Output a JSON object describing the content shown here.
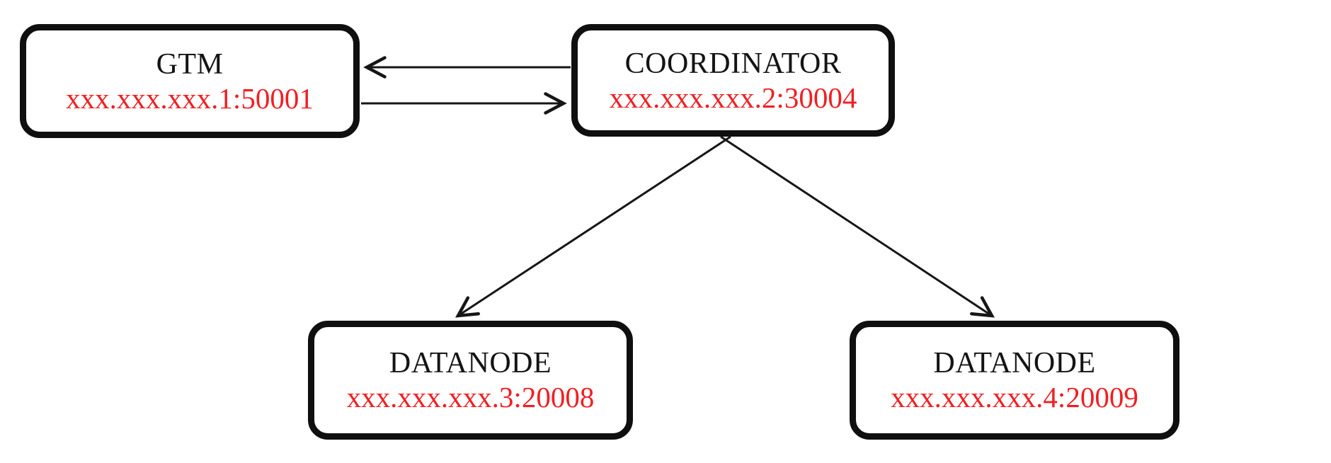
{
  "diagram": {
    "title": "cluster-topology",
    "background_color": "#ffffff",
    "node_border_color": "#0f0f0f",
    "label_color": "#141414",
    "address_color": "#f01f23",
    "edge_color": "#161616",
    "nodes": [
      {
        "id": "gtm",
        "label": "GTM",
        "address": "xxx.xxx.xxx.1:50001"
      },
      {
        "id": "coordinator",
        "label": "COORDINATOR",
        "address": "xxx.xxx.xxx.2:30004"
      },
      {
        "id": "datanode-1",
        "label": "DATANODE",
        "address": "xxx.xxx.xxx.3:20008"
      },
      {
        "id": "datanode-2",
        "label": "DATANODE",
        "address": "xxx.xxx.xxx.4:20009"
      }
    ],
    "edges": [
      {
        "from": "coordinator",
        "to": "gtm",
        "style": "arrow"
      },
      {
        "from": "gtm",
        "to": "coordinator",
        "style": "arrow"
      },
      {
        "from": "coordinator",
        "to": "datanode-1",
        "style": "arrow"
      },
      {
        "from": "coordinator",
        "to": "datanode-2",
        "style": "arrow"
      }
    ]
  }
}
